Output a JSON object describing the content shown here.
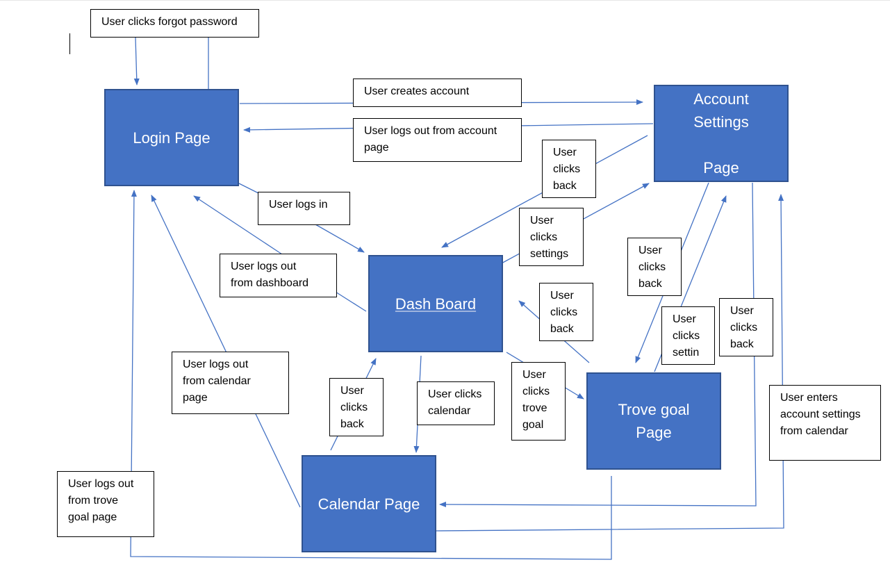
{
  "diagram": {
    "nodes": {
      "login": "Login Page",
      "account": "Account\nSettings\n\nPage",
      "dashboard": "Dash Board",
      "trove": "Trove goal\nPage",
      "calendar": "Calendar Page"
    },
    "labels": {
      "forgot_password": "User clicks forgot password",
      "creates_account": "User creates account",
      "logout_account": "User logs out from account\npage",
      "logs_in": "User logs in",
      "logout_dashboard": "User logs out\nfrom dashboard",
      "back_account_to_dash": "User\nclicks\nback",
      "settings_dash": "User\nclicks\nsettings",
      "back_trove_to_account": "User\nclicks\nback",
      "back_trove_to_dash": "User\nclicks\nback",
      "settings_trove": "User\nclicks\nsettin",
      "back_calendar_to_account": "User\nclicks\nback",
      "logout_calendar": "User logs out\nfrom calendar\npage",
      "back_calendar_to_dash": "User\nclicks\nback",
      "clicks_calendar": "User clicks\ncalendar",
      "clicks_trove": "User\nclicks\ntrove\ngoal",
      "enters_account_from_calendar": "User enters\naccount settings\nfrom calendar",
      "logout_trove": "User logs out\nfrom trove\ngoal page"
    },
    "colors": {
      "node_fill": "#4472c4",
      "node_border": "#2f528f",
      "connector": "#4472c4"
    }
  }
}
